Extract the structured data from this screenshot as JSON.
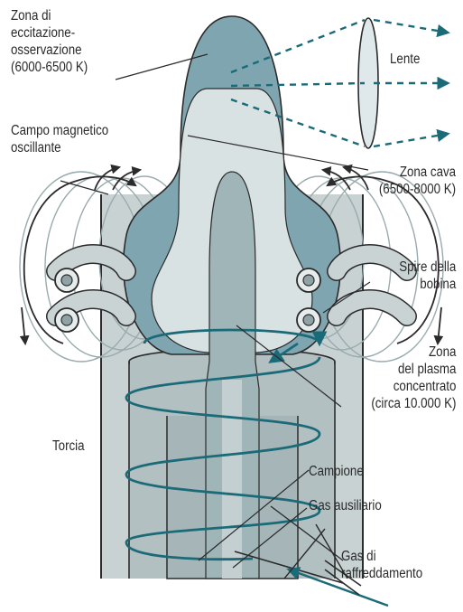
{
  "diagram": {
    "labels": {
      "excitation_zone": [
        "Zona di",
        "eccitazione-",
        "osservazione",
        "(6000-6500 K)"
      ],
      "lens": "Lente",
      "magnetic_field": [
        "Campo magnetico",
        "oscillante"
      ],
      "hollow_zone": [
        "Zona cava",
        "(6500-8000 K)"
      ],
      "coil_turns": [
        "Spire della",
        "bobina"
      ],
      "concentrated_plasma": [
        "Zona",
        "del plasma",
        "concentrato",
        "(circa 10.000 K)"
      ],
      "torch": "Torcia",
      "sample": "Campione",
      "auxiliary_gas": "Gas ausiliario",
      "cooling_gas": [
        "Gas di",
        "raffreddamento"
      ]
    },
    "colors": {
      "outer_plasma": "#7fa6b0",
      "hollow_zone": "#d9e2e3",
      "central_channel": "#9fb5b8",
      "torch_tube": "#c8d2d3",
      "lens": "#dfe8ea",
      "coil_helix": "#1b6a78",
      "field_loop": "#9aabad",
      "outline": "#2b2b2b"
    }
  }
}
